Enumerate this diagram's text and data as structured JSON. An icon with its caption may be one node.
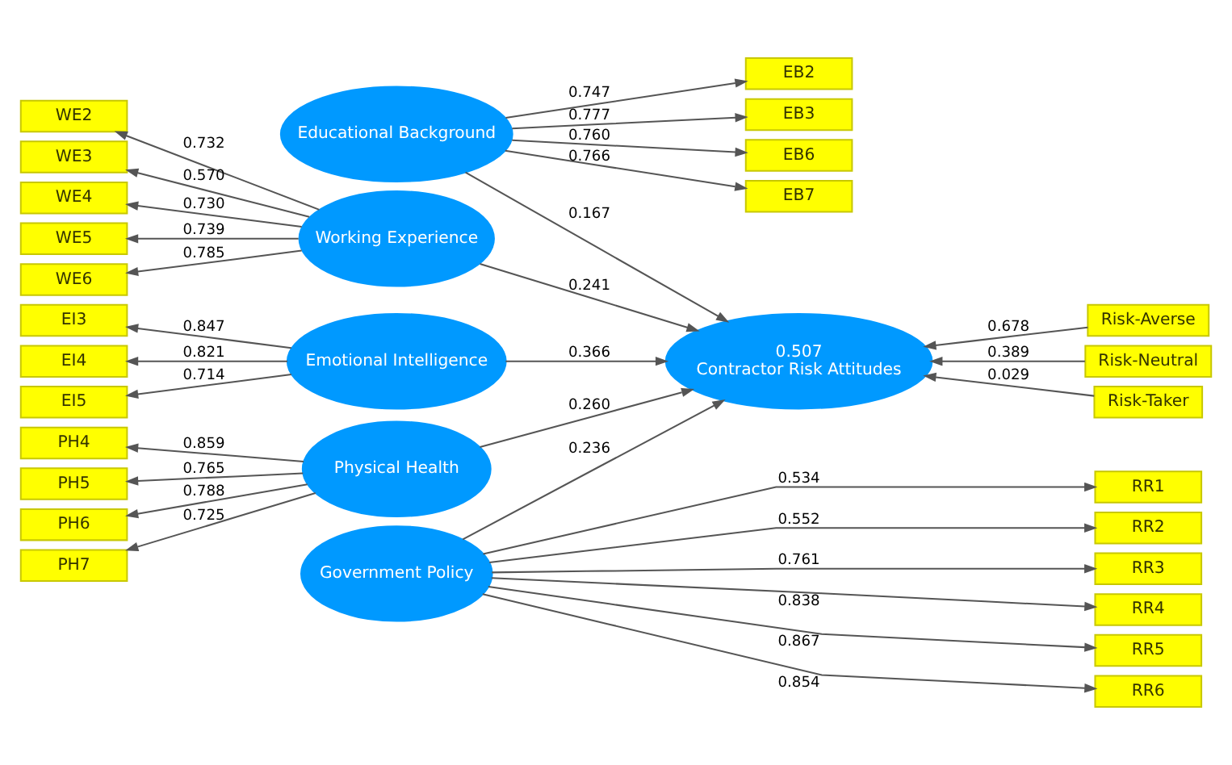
{
  "diagram": {
    "nodes": [
      {
        "text": [
          "EB2"
        ]
      },
      {
        "text": [
          "EB3"
        ]
      },
      {
        "text": [
          "EB6"
        ]
      },
      {
        "text": [
          "EB7"
        ]
      },
      {
        "text": [
          "WE2"
        ]
      },
      {
        "text": [
          "WE3"
        ]
      },
      {
        "text": [
          "WE4"
        ]
      },
      {
        "text": [
          "WE5"
        ]
      },
      {
        "text": [
          "WE6"
        ]
      },
      {
        "text": [
          "Working Experience"
        ]
      },
      {
        "text": [
          "Educational Background"
        ]
      },
      {
        "text": [
          "Risk-Averse"
        ]
      },
      {
        "text": [
          "EI3"
        ]
      },
      {
        "text": [
          "EI4"
        ]
      },
      {
        "text": [
          "EI5"
        ]
      },
      {
        "text": [
          "Emotional Intelligence"
        ]
      },
      {
        "text": [
          "0.507",
          "Contractor Risk Attitudes"
        ]
      },
      {
        "text": [
          "Risk-Neutral"
        ]
      },
      {
        "text": [
          "Risk-Taker"
        ]
      },
      {
        "text": [
          "PH4"
        ]
      },
      {
        "text": [
          "PH5"
        ]
      },
      {
        "text": [
          "PH6"
        ]
      },
      {
        "text": [
          "PH7"
        ]
      },
      {
        "text": [
          "Physical Health"
        ]
      },
      {
        "text": [
          "RR1"
        ]
      },
      {
        "text": [
          "RR2"
        ]
      },
      {
        "text": [
          "RR3"
        ]
      },
      {
        "text": [
          "RR4"
        ]
      },
      {
        "text": [
          "RR5"
        ]
      },
      {
        "text": [
          "RR6"
        ]
      },
      {
        "text": [
          "Government Policy"
        ]
      }
    ],
    "edges": [
      {
        "from": 10,
        "to": 0,
        "arrow": "to",
        "label": "0.747"
      },
      {
        "from": 10,
        "to": 1,
        "arrow": "to",
        "label": "0.777"
      },
      {
        "from": 10,
        "to": 2,
        "arrow": "to",
        "label": "0.760"
      },
      {
        "from": 10,
        "to": 3,
        "arrow": "to",
        "label": "0.766"
      },
      {
        "from": 9,
        "to": 4,
        "arrow": "to",
        "label": "0.732"
      },
      {
        "from": 9,
        "to": 5,
        "arrow": "to",
        "label": "0.570"
      },
      {
        "from": 9,
        "to": 6,
        "arrow": "to",
        "label": "0.730"
      },
      {
        "from": 9,
        "to": 7,
        "arrow": "to",
        "label": "0.739"
      },
      {
        "from": 9,
        "to": 8,
        "arrow": "to",
        "label": "0.785"
      },
      {
        "from": 15,
        "to": 12,
        "arrow": "to",
        "label": "0.847"
      },
      {
        "from": 15,
        "to": 13,
        "arrow": "to",
        "label": "0.821"
      },
      {
        "from": 15,
        "to": 14,
        "arrow": "to",
        "label": "0.714"
      },
      {
        "from": 23,
        "to": 19,
        "arrow": "to",
        "label": "0.859"
      },
      {
        "from": 23,
        "to": 20,
        "arrow": "to",
        "label": "0.765"
      },
      {
        "from": 23,
        "to": 21,
        "arrow": "to",
        "label": "0.788"
      },
      {
        "from": 23,
        "to": 22,
        "arrow": "to",
        "label": "0.725"
      },
      {
        "from": 30,
        "to": 24,
        "arrow": "to",
        "label": "0.534"
      },
      {
        "from": 30,
        "to": 25,
        "arrow": "to",
        "label": "0.552"
      },
      {
        "from": 30,
        "to": 26,
        "arrow": "to",
        "label": "0.761"
      },
      {
        "from": 30,
        "to": 27,
        "arrow": "to",
        "label": "0.838"
      },
      {
        "from": 30,
        "to": 28,
        "arrow": "to",
        "label": "0.867"
      },
      {
        "from": 30,
        "to": 29,
        "arrow": "to",
        "label": "0.854"
      },
      {
        "from": 11,
        "to": 16,
        "arrow": "to",
        "label": "0.678"
      },
      {
        "from": 17,
        "to": 16,
        "arrow": "to",
        "label": "0.389"
      },
      {
        "from": 18,
        "to": 16,
        "arrow": "to",
        "label": "0.029"
      },
      {
        "from": 9,
        "to": 16,
        "arrow": "to",
        "label": "0.241"
      },
      {
        "from": 10,
        "to": 16,
        "arrow": "to",
        "label": "0.167"
      },
      {
        "from": 15,
        "to": 16,
        "arrow": "to",
        "label": "0.366"
      },
      {
        "from": 23,
        "to": 16,
        "arrow": "to",
        "label": "0.260"
      },
      {
        "from": 30,
        "to": 16,
        "arrow": "to",
        "label": "0.236"
      }
    ]
  }
}
